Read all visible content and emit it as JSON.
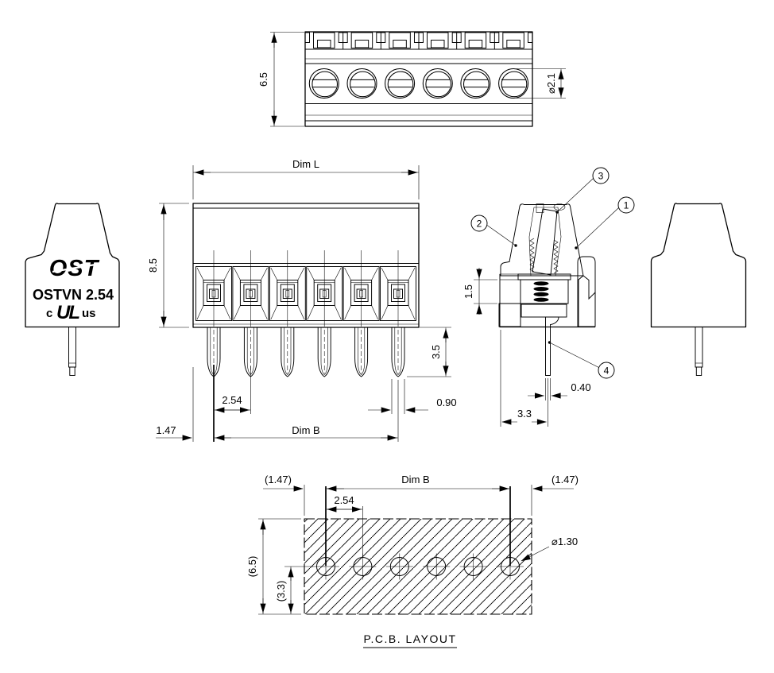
{
  "labels": {
    "top_view": {
      "height": "6.5",
      "screw_dia": "⌀2.1"
    },
    "front_view": {
      "dim_l": "Dim L",
      "height": "8.5",
      "pitch": "2.54",
      "pin_length": "3.5",
      "pin_width": "0.90",
      "edge_offset": "1.47",
      "dim_b": "Dim B"
    },
    "section_view": {
      "wire_hole": "1.5",
      "pin_thickness": "0.40",
      "pin_offset": "3.3",
      "callout_1": "1",
      "callout_2": "2",
      "callout_3": "3",
      "callout_4": "4"
    },
    "side_view": {
      "logo": "OST",
      "model": "OSTVN 2.54",
      "cert_c": "c",
      "cert_ul": "UL",
      "cert_us": "us"
    },
    "pcb_layout": {
      "title": "P.C.B. LAYOUT",
      "left_offset": "(1.47)",
      "right_offset": "(1.47)",
      "dim_b": "Dim B",
      "pitch": "2.54",
      "height": "(6.5)",
      "hole_offset": "(3.3)",
      "hole_dia": "⌀1.30"
    }
  }
}
